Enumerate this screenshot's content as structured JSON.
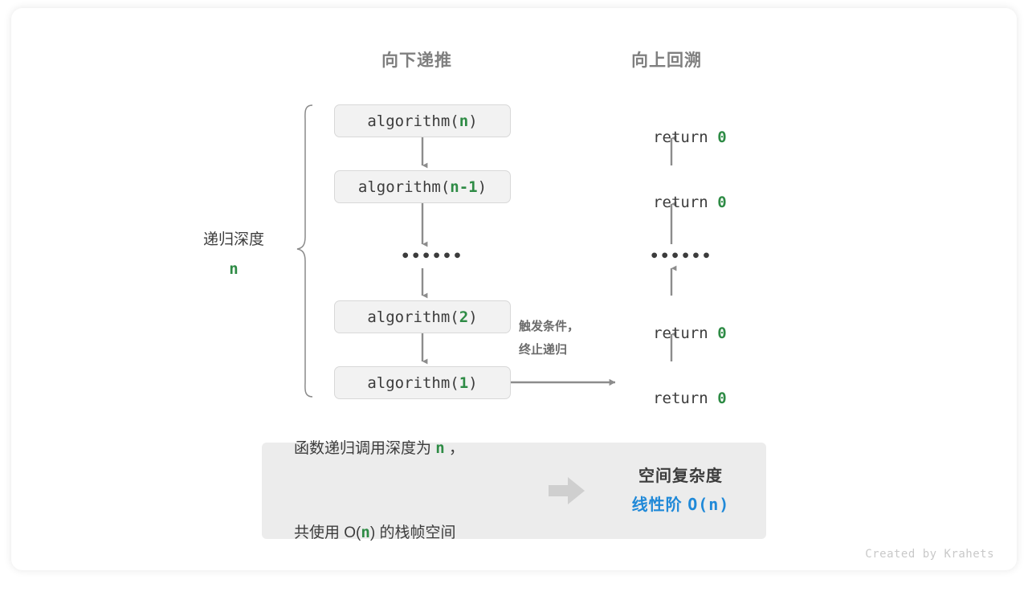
{
  "headers": {
    "down": "向下递推",
    "up": "向上回溯"
  },
  "depth": {
    "label": "递归深度",
    "value": "n"
  },
  "calls": [
    {
      "prefix": "algorithm(",
      "arg": "n",
      "suffix": ")"
    },
    {
      "prefix": "algorithm(",
      "arg": "n-1",
      "suffix": ")"
    },
    {
      "prefix": "algorithm(",
      "arg": "2",
      "suffix": ")"
    },
    {
      "prefix": "algorithm(",
      "arg": "1",
      "suffix": ")"
    }
  ],
  "ellipsis": "••••••",
  "returns": [
    {
      "keyword": "return ",
      "value": "0"
    },
    {
      "keyword": "return ",
      "value": "0"
    },
    {
      "keyword": "return ",
      "value": "0"
    },
    {
      "keyword": "return ",
      "value": "0"
    }
  ],
  "trigger_note": {
    "line1": "触发条件，",
    "line2": "终止递归"
  },
  "summary": {
    "left_line1_a": "函数递归调用深度为 ",
    "left_line1_n": "n",
    "left_line1_b": " ，",
    "left_line2_a": "共使用 O(",
    "left_line2_n": "n",
    "left_line2_b": ") 的栈帧空间",
    "right_title": "空间复杂度",
    "right_value_label": "线性阶 ",
    "right_value_formula": "O(n)"
  },
  "credit": "Created by Krahets",
  "colors": {
    "accent_green": "#2e8b45",
    "accent_blue": "#2089d8",
    "box_fill": "#f2f2f2",
    "box_border": "#d8d8d8",
    "panel_fill": "#ececec",
    "arrow_gray": "#8c8c8c",
    "text_dark": "#3c3c3c",
    "text_muted": "#7f7f7f"
  }
}
